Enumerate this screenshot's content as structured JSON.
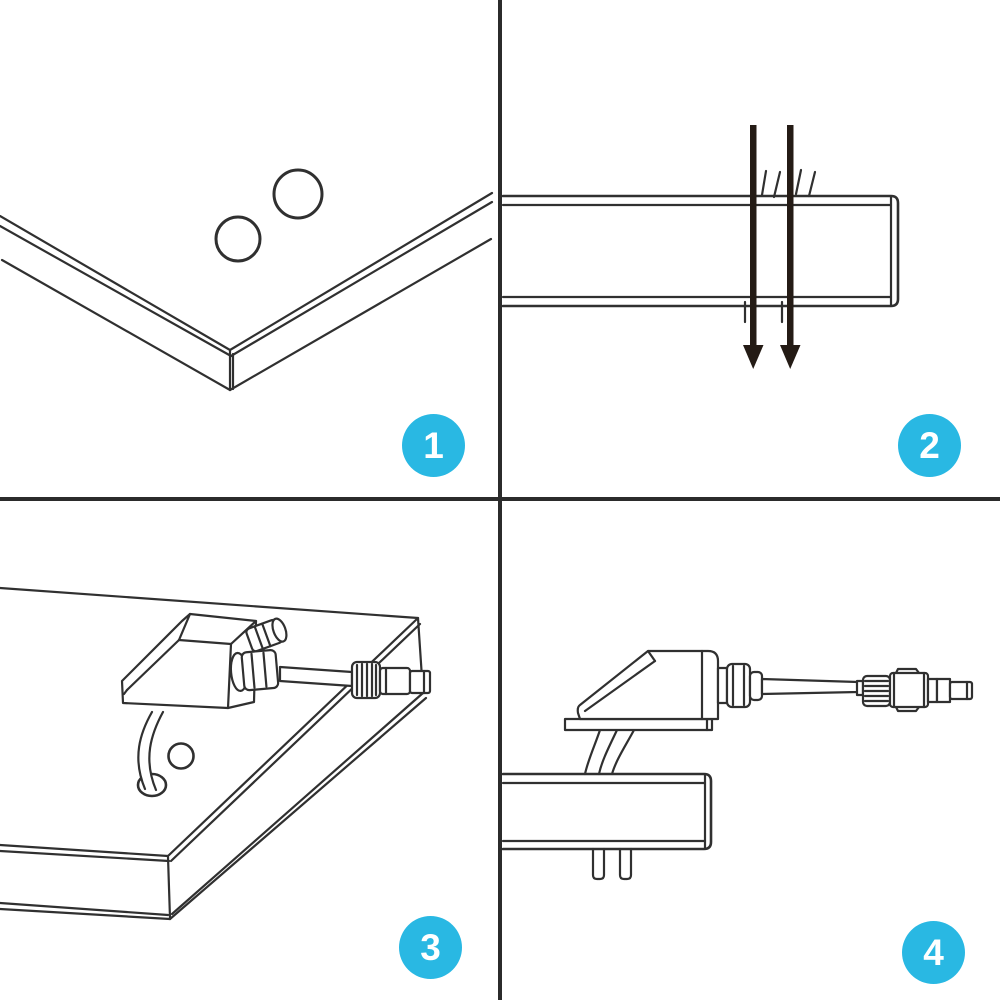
{
  "document": {
    "title": "four-step-installation-diagram",
    "type": "instructional line-art, 2x2 step grid"
  },
  "steps": [
    {
      "number": "1",
      "figure": "panel-corner-with-two-marked-holes"
    },
    {
      "number": "2",
      "figure": "two-arrows-drilling-through-panel-edge"
    },
    {
      "number": "3",
      "figure": "cable-entry-gland-on-panel-with-cable-into-hole-and-mc4-connector"
    },
    {
      "number": "4",
      "figure": "cable-entry-gland-side-view-wires-through-panel-with-mc4-connector"
    }
  ],
  "colors": {
    "background": "#ffffff",
    "line_art": "#303030",
    "arrow_fill": "#241b15",
    "divider": "#2b2b2b",
    "badge_fill": "#29b8e3",
    "badge_text": "#ffffff"
  }
}
